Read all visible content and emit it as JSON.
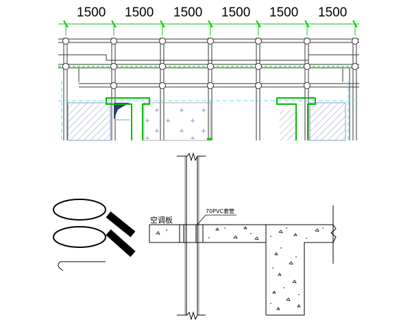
{
  "top_plan": {
    "dimensions": [
      "1500",
      "1500",
      "1500",
      "1500",
      "1500",
      "1500"
    ]
  },
  "detail": {
    "label_board": "空调板",
    "label_pipe": "70PVC套管"
  },
  "colors": {
    "dimension_line": "#00cc00",
    "wall_outline": "#00bb00",
    "scaffold": "#333333",
    "dashed": "#66ddee",
    "hatch": "#8899bb",
    "concrete": "#000000"
  }
}
